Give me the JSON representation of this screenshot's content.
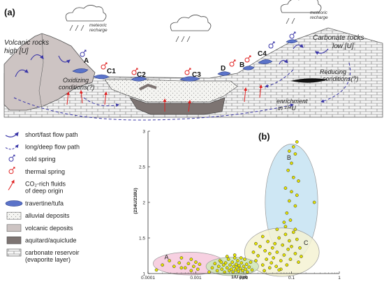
{
  "panel_a": {
    "label": "(a)",
    "rock_left": {
      "line1": "Volcanic rocks",
      "line2": "high [U]"
    },
    "rock_right": {
      "line1": "Carbonate rocks",
      "line2": "low [U]"
    },
    "oxidizing": {
      "line1": "Oxidizing",
      "line2": "conditions(?)"
    },
    "reducing": {
      "line1": "Reducing",
      "line2": "conditions(?)"
    },
    "enrichment": {
      "line1": "enrichment",
      "line2": "in ²³⁴U"
    },
    "cloud_text": {
      "line1": "meteoric",
      "line2": "recharge"
    },
    "sites": [
      "A",
      "C1",
      "C2",
      "C3",
      "D",
      "B",
      "C4"
    ]
  },
  "legend": {
    "items": [
      {
        "icon": "short-flow-icon",
        "label": "short/fast flow path"
      },
      {
        "icon": "long-flow-icon",
        "label": "long/deep flow path"
      },
      {
        "icon": "cold-spring-icon",
        "label": "cold spring"
      },
      {
        "icon": "thermal-spring-icon",
        "label": "thermal spring"
      },
      {
        "icon": "co2-fluid-icon",
        "label": "CO₂-rich fluids",
        "label2": "of deep origin"
      },
      {
        "icon": "travertine-icon",
        "label": "travertine/tufa"
      },
      {
        "icon": "alluvial-icon",
        "label": "alluvial deposits"
      },
      {
        "icon": "volcanic-icon",
        "label": "volcanic deposits"
      },
      {
        "icon": "aquitard-icon",
        "label": "aquitard/aquiclude"
      },
      {
        "icon": "carbonate-icon",
        "label": "carbonate reservoir",
        "label2": "(evaporite layer)"
      }
    ],
    "colors": {
      "short_flow": "#3a36a8",
      "cold": "#3a36a8",
      "thermal": "#e02020",
      "travertine": "#5b73c9",
      "volcanic": "#cdc4c3",
      "aquitard": "#7d7472",
      "alluvial": "#f2f2ef"
    }
  },
  "chart_data": {
    "type": "scatter",
    "label": "(b)",
    "xlabel": "1/U ppb",
    "ylabel": "(234U/238U)",
    "xscale": "log",
    "xlim": [
      0.0001,
      1
    ],
    "ylim": [
      1,
      3
    ],
    "xticks": [
      0.0001,
      0.001,
      0.01,
      0.1,
      1
    ],
    "xtick_labels": [
      "0.0001",
      "0.001",
      "0.01",
      "0.1",
      "1"
    ],
    "yticks": [
      1,
      1.5,
      2,
      2.5,
      3
    ],
    "ytick_labels": [
      "1",
      "1.5",
      "2",
      "2.5",
      "3"
    ],
    "point_color": "#e5e300",
    "groups": [
      {
        "name": "A",
        "color": "#f6c8dc",
        "cx": 0.00072,
        "cy": 1.14,
        "label_x": 0.00022,
        "label_y": 1.2
      },
      {
        "name": "B",
        "color": "#c6e3f2",
        "cx": 0.1,
        "cy": 2.0,
        "label_x": 0.08,
        "label_y": 2.6
      },
      {
        "name": "C",
        "color": "#f4f2d2",
        "cx": 0.063,
        "cy": 1.3,
        "label_x": 0.18,
        "label_y": 1.4
      },
      {
        "name": "",
        "color": "#cfe6b8",
        "cx": 0.0058,
        "cy": 1.1,
        "label_x": 0,
        "label_y": 0
      }
    ],
    "points": [
      [
        0.00015,
        1.05
      ],
      [
        0.0002,
        1.12
      ],
      [
        0.00028,
        1.18
      ],
      [
        0.00035,
        1.1
      ],
      [
        0.00045,
        1.15
      ],
      [
        0.0005,
        1.22
      ],
      [
        0.0006,
        1.08
      ],
      [
        0.0007,
        1.14
      ],
      [
        0.0008,
        1.2
      ],
      [
        0.0009,
        1.1
      ],
      [
        0.001,
        1.16
      ],
      [
        0.0011,
        1.06
      ],
      [
        0.0012,
        1.13
      ],
      [
        0.0008,
        1.04
      ],
      [
        0.0005,
        1.08
      ],
      [
        0.0019,
        1.02
      ],
      [
        0.0022,
        1.08
      ],
      [
        0.0025,
        1.14
      ],
      [
        0.0028,
        1.04
      ],
      [
        0.003,
        1.1
      ],
      [
        0.0032,
        1.18
      ],
      [
        0.0035,
        1.06
      ],
      [
        0.0038,
        1.12
      ],
      [
        0.004,
        1.02
      ],
      [
        0.0042,
        1.15
      ],
      [
        0.0045,
        1.08
      ],
      [
        0.0048,
        1.2
      ],
      [
        0.005,
        1.04
      ],
      [
        0.0052,
        1.12
      ],
      [
        0.0055,
        1.06
      ],
      [
        0.0058,
        1.16
      ],
      [
        0.006,
        1.02
      ],
      [
        0.0062,
        1.1
      ],
      [
        0.0065,
        1.22
      ],
      [
        0.0068,
        1.05
      ],
      [
        0.007,
        1.13
      ],
      [
        0.0072,
        1.08
      ],
      [
        0.0075,
        1.18
      ],
      [
        0.0078,
        1.03
      ],
      [
        0.008,
        1.11
      ],
      [
        0.0085,
        1.07
      ],
      [
        0.009,
        1.15
      ],
      [
        0.0095,
        1.04
      ],
      [
        0.01,
        1.1
      ],
      [
        0.0105,
        1.2
      ],
      [
        0.011,
        1.06
      ],
      [
        0.0115,
        1.13
      ],
      [
        0.012,
        1.02
      ],
      [
        0.013,
        1.09
      ],
      [
        0.014,
        1.16
      ],
      [
        0.015,
        1.05
      ],
      [
        0.0045,
        1.24
      ],
      [
        0.0065,
        1.26
      ],
      [
        0.0088,
        1.22
      ],
      [
        0.0034,
        1.16
      ],
      [
        0.016,
        1.3
      ],
      [
        0.018,
        1.18
      ],
      [
        0.02,
        1.25
      ],
      [
        0.022,
        1.38
      ],
      [
        0.025,
        1.12
      ],
      [
        0.028,
        1.32
      ],
      [
        0.03,
        1.2
      ],
      [
        0.032,
        1.45
      ],
      [
        0.035,
        1.28
      ],
      [
        0.038,
        1.15
      ],
      [
        0.04,
        1.36
      ],
      [
        0.042,
        1.22
      ],
      [
        0.045,
        1.42
      ],
      [
        0.048,
        1.1
      ],
      [
        0.05,
        1.3
      ],
      [
        0.055,
        1.5
      ],
      [
        0.06,
        1.18
      ],
      [
        0.065,
        1.4
      ],
      [
        0.07,
        1.26
      ],
      [
        0.075,
        1.55
      ],
      [
        0.08,
        1.12
      ],
      [
        0.085,
        1.34
      ],
      [
        0.09,
        1.46
      ],
      [
        0.095,
        1.2
      ],
      [
        0.1,
        1.38
      ],
      [
        0.11,
        1.58
      ],
      [
        0.12,
        1.28
      ],
      [
        0.13,
        1.48
      ],
      [
        0.14,
        1.16
      ],
      [
        0.15,
        1.36
      ],
      [
        0.035,
        1.08
      ],
      [
        0.06,
        1.06
      ],
      [
        0.018,
        1.42
      ],
      [
        0.025,
        1.52
      ],
      [
        0.12,
        1.62
      ],
      [
        0.05,
        1.62
      ],
      [
        0.075,
        1.66
      ],
      [
        0.055,
        1.05
      ],
      [
        0.16,
        1.24
      ],
      [
        0.027,
        1.04
      ],
      [
        0.07,
        1.72
      ],
      [
        0.08,
        1.85
      ],
      [
        0.09,
        2.02
      ],
      [
        0.1,
        2.15
      ],
      [
        0.11,
        2.35
      ],
      [
        0.085,
        2.45
      ],
      [
        0.1,
        2.55
      ],
      [
        0.12,
        2.68
      ],
      [
        0.09,
        2.72
      ],
      [
        0.13,
        2.85
      ],
      [
        0.11,
        2.78
      ],
      [
        0.14,
        2.3
      ],
      [
        0.12,
        1.95
      ],
      [
        0.075,
        2.2
      ],
      [
        0.095,
        1.75
      ],
      [
        0.13,
        2.1
      ],
      [
        0.3,
        2.0
      ]
    ]
  }
}
